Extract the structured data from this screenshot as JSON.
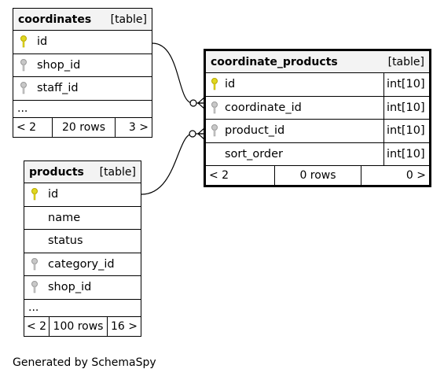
{
  "tables": {
    "coordinates": {
      "name": "coordinates",
      "kind": "[table]",
      "columns": [
        {
          "name": "id",
          "key": "primary"
        },
        {
          "name": "shop_id",
          "key": "foreign"
        },
        {
          "name": "staff_id",
          "key": "foreign"
        }
      ],
      "ellipsis": "...",
      "footer": {
        "prev": "< 2",
        "rows": "20 rows",
        "next": "3 >"
      }
    },
    "coordinate_products": {
      "name": "coordinate_products",
      "kind": "[table]",
      "columns": [
        {
          "name": "id",
          "type": "int[10]",
          "key": "primary"
        },
        {
          "name": "coordinate_id",
          "type": "int[10]",
          "key": "foreign"
        },
        {
          "name": "product_id",
          "type": "int[10]",
          "key": "foreign"
        },
        {
          "name": "sort_order",
          "type": "int[10]",
          "key": "none"
        }
      ],
      "footer": {
        "prev": "< 2",
        "rows": "0 rows",
        "next": "0 >"
      }
    },
    "products": {
      "name": "products",
      "kind": "[table]",
      "columns": [
        {
          "name": "id",
          "key": "primary"
        },
        {
          "name": "name",
          "key": "none"
        },
        {
          "name": "status",
          "key": "none"
        },
        {
          "name": "category_id",
          "key": "foreign"
        },
        {
          "name": "shop_id",
          "key": "foreign"
        }
      ],
      "ellipsis": "...",
      "footer": {
        "prev": "< 2",
        "rows": "100 rows",
        "next": "16 >"
      }
    }
  },
  "relationships": [
    {
      "from": "coordinates.id",
      "to": "coordinate_products.coordinate_id"
    },
    {
      "from": "products.id",
      "to": "coordinate_products.product_id"
    }
  ],
  "colors": {
    "primary_key": "#e0d820",
    "foreign_key": "#b0b0b0",
    "header_bg": "#f3f3f3"
  },
  "generated_by": "Generated by SchemaSpy"
}
